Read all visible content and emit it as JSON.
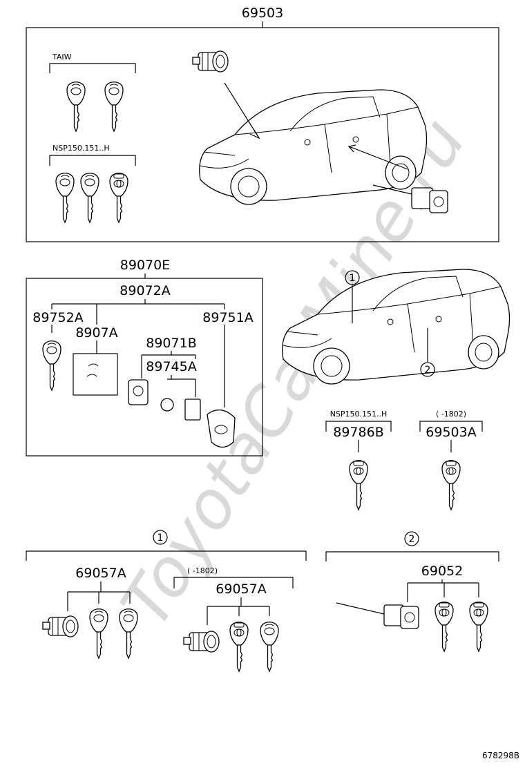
{
  "watermark": "ToyotaCarMine.ru",
  "diagram_id": "678298B",
  "groups": {
    "top": {
      "part_number": "69503",
      "set_labels": [
        "TAIW",
        "NSP150.151..H"
      ]
    },
    "keyset": {
      "part_number": "89070E",
      "sub_part_number": "89072A",
      "parts": [
        "89752A",
        "8907A",
        "89071B",
        "89745A",
        "89751A"
      ]
    },
    "spare_keys": [
      {
        "note": "NSP150.151..H",
        "part_number": "89786B"
      },
      {
        "note": "(      -1802)",
        "part_number": "69503A"
      }
    ],
    "callouts": [
      "1",
      "2"
    ],
    "section_1": {
      "marker": "1",
      "sets": [
        {
          "note": "",
          "part_number": "69057A"
        },
        {
          "note": "(      -1802)",
          "part_number": "69057A"
        }
      ]
    },
    "section_2": {
      "marker": "2",
      "part_number": "69052"
    }
  }
}
